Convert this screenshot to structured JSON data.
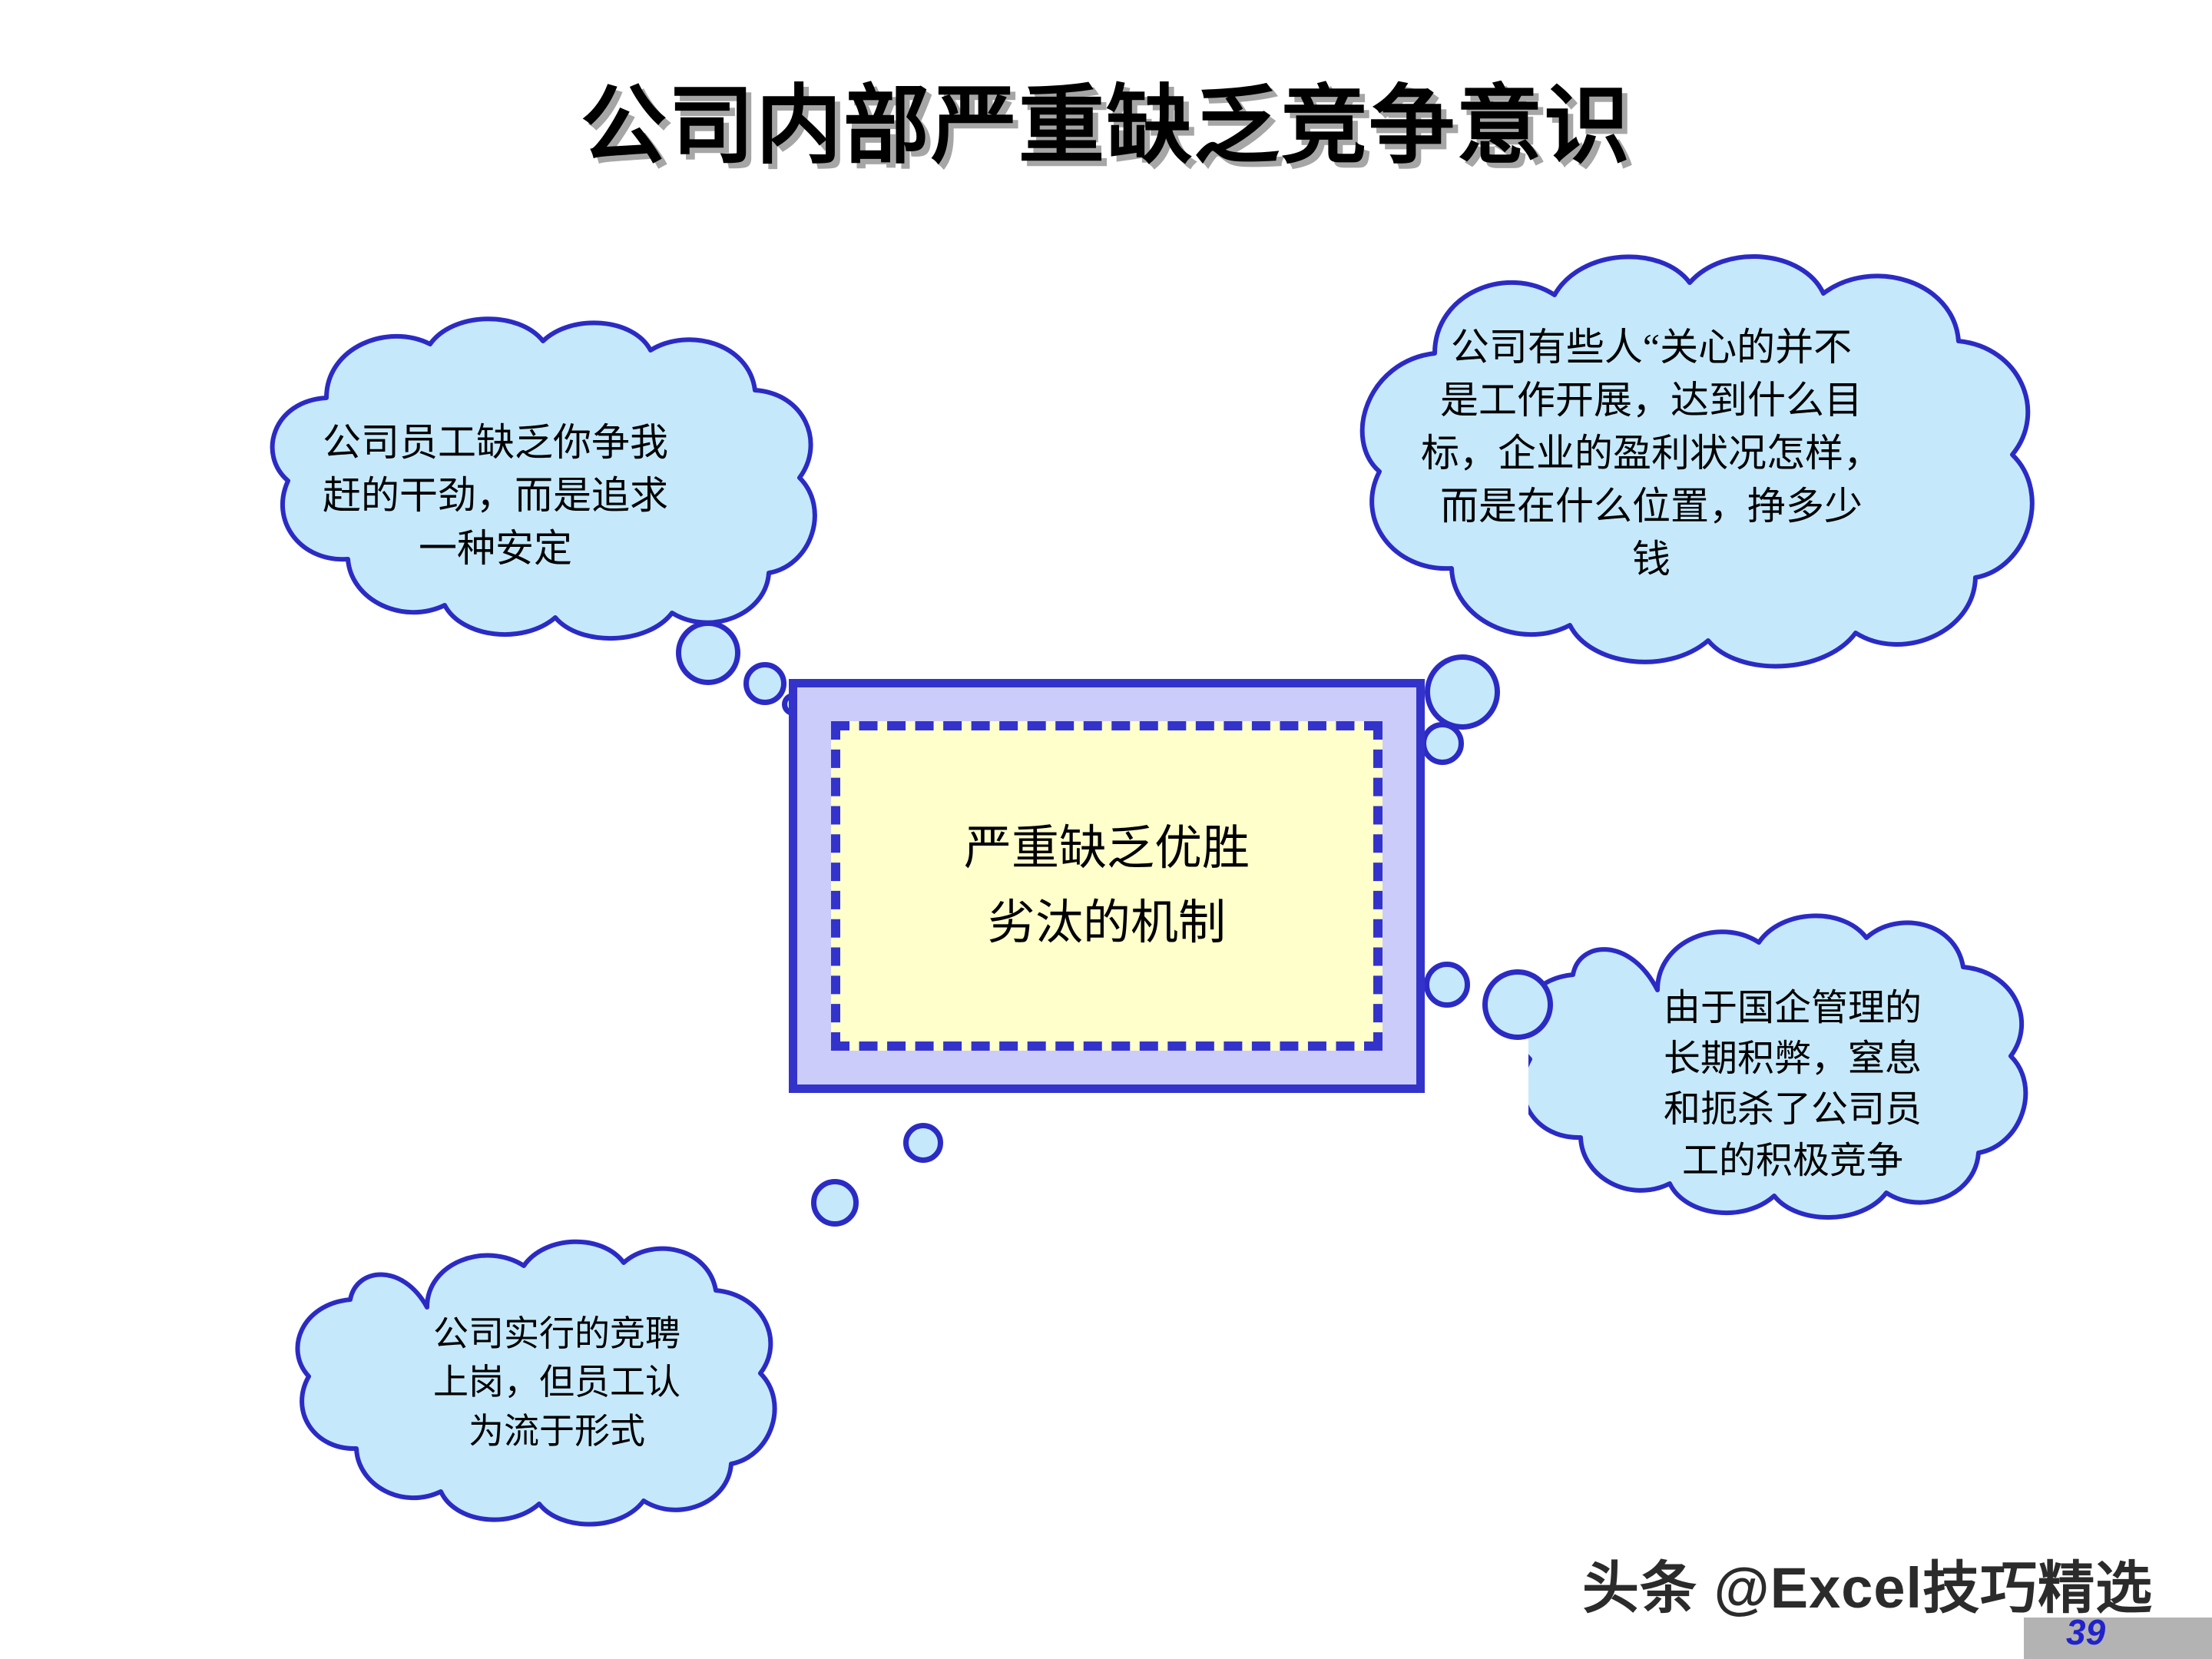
{
  "slide": {
    "title": "公司内部严重缺乏竞争意识",
    "background_color": "#FFFFFF",
    "page_number": "39",
    "watermark": "头条 @Excel技巧精选"
  },
  "palette": {
    "cloud_fill": "#C5E9FB",
    "cloud_stroke": "#2B2BC4",
    "box_outer_fill": "#CCCCFA",
    "box_border": "#3333CC",
    "box_inner_fill": "#FFFFCC",
    "title_color": "#000000",
    "page_number_color": "#2222CC",
    "footer_box_color": "#B3B3B3"
  },
  "center_box": {
    "line1": "严重缺乏优胜",
    "line2": "劣汰的机制"
  },
  "clouds": [
    {
      "id": "cloud-top-left",
      "text": "公司员工缺乏你争我\n赶的干劲，而是追求\n一种安定"
    },
    {
      "id": "cloud-top-right",
      "text": "公司有些人“关心的并不\n是工作开展，达到什么目\n标，企业的盈利状况怎样，\n而是在什么位置，挣多少\n钱"
    },
    {
      "id": "cloud-right",
      "text": "由于国企管理的\n长期积弊，窒息\n和扼杀了公司员\n工的积极竞争"
    },
    {
      "id": "cloud-bottom-left",
      "text": "公司实行的竞聘\n上岗，但员工认\n为流于形式"
    }
  ]
}
